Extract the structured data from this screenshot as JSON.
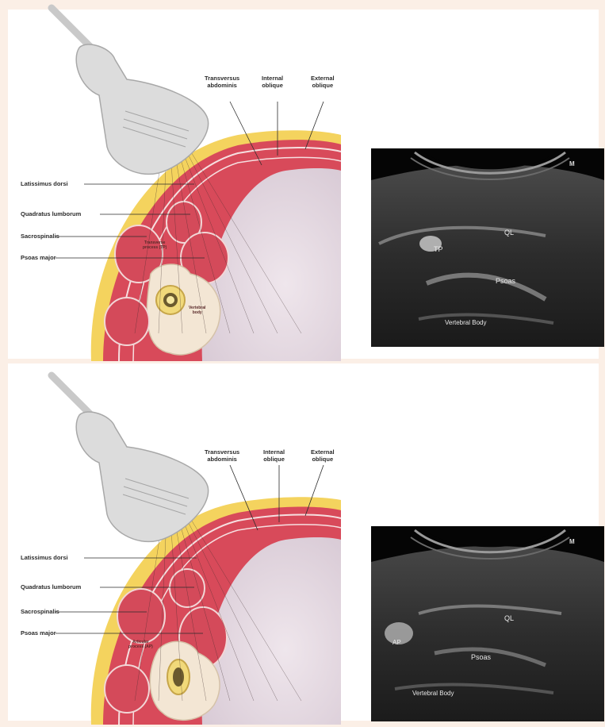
{
  "top": {
    "diagram_labels": {
      "transversus": "Transversus\nabdominis",
      "internal_oblique": "Internal\noblique",
      "external_oblique": "External\noblique",
      "latissimus": "Latissimus dorsi",
      "quadratus": "Quadratus lumborum",
      "sacrospinalis": "Sacrospinalis",
      "psoas_major": "Psoas major",
      "process": "Transverse\nprocess (TP)",
      "vertebral_body": "Vertebral\nbody"
    },
    "ultrasound_labels": {
      "ql": "QL",
      "tp": "TP",
      "psoas": "Psoas",
      "vertebral_body": "Vertebral Body",
      "marker": "M"
    }
  },
  "bottom": {
    "diagram_labels": {
      "transversus": "Transversus\nabdominis",
      "internal_oblique": "Internal\noblique",
      "external_oblique": "External\noblique",
      "latissimus": "Latissimus dorsi",
      "quadratus": "Quadratus lumborum",
      "sacrospinalis": "Sacrospinalis",
      "psoas_major": "Psoas major",
      "process": "Articular\nprocess (AP)"
    },
    "ultrasound_labels": {
      "ql": "QL",
      "ap": "AP",
      "psoas": "Psoas",
      "vertebral_body": "Vertebral Body",
      "marker": "M"
    }
  },
  "colors": {
    "background": "#fbefe6",
    "fat": "#f4d35e",
    "muscle": "#d84a5a",
    "cavity": "#e9dfe6",
    "bone": "#f3e6d4"
  }
}
